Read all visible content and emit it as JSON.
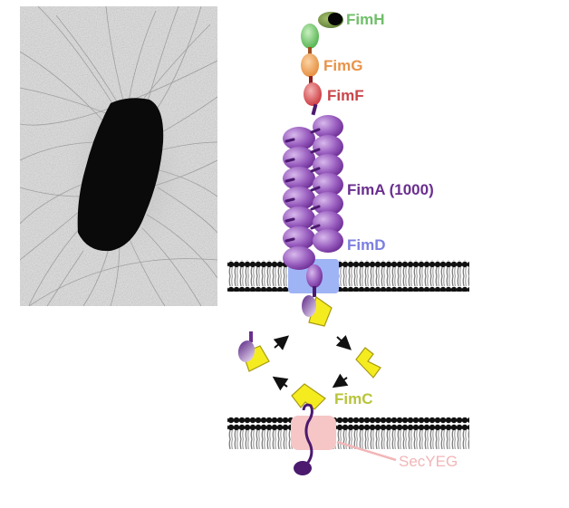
{
  "micrograph": {
    "description": "Electron micrograph of rod-shaped bacterium with many pili",
    "background_color": "#dcdcdc",
    "cell_color": "#0a0a0a"
  },
  "labels": {
    "fimH": {
      "text": "FimH",
      "color": "#6fbf6a"
    },
    "fimG": {
      "text": "FimG",
      "color": "#e8934a"
    },
    "fimF": {
      "text": "FimF",
      "color": "#c9464a"
    },
    "fimA": {
      "text": "FimA (1000)",
      "color": "#6a2f8f"
    },
    "fimD": {
      "text": "FimD",
      "color": "#7b7fe0"
    },
    "fimC": {
      "text": "FimC",
      "color": "#b8c43a"
    },
    "secYEG": {
      "text": "SecYEG",
      "color": "#f2b6b8"
    }
  },
  "colors": {
    "fimA_subunit": "#9a5fc0",
    "fimA_dark": "#4b1a6e",
    "fimD_channel": "#9fb4f5",
    "secYEG_channel": "#f6c6c6",
    "chaperone": "#f5ec20",
    "chaperone_stroke": "#a89a10",
    "membrane_head": "#111111",
    "membrane_tail": "#8a8a8a"
  },
  "membranes": {
    "outer": {
      "name": "outer membrane"
    },
    "inner": {
      "name": "inner membrane"
    }
  }
}
